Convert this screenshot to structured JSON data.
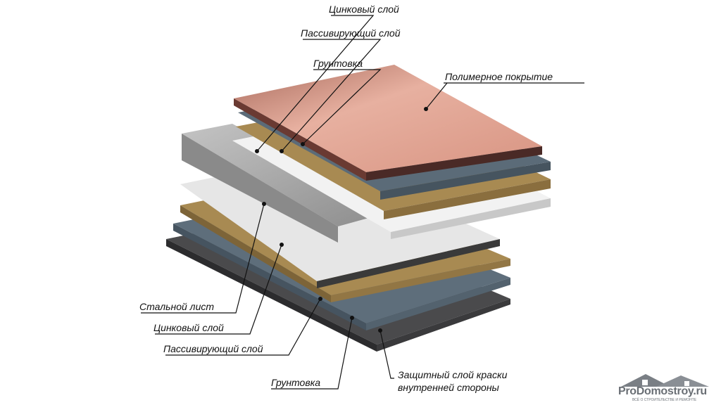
{
  "labels": {
    "zinc_top": "Цинковый слой",
    "passivating_top": "Пассивирующий слой",
    "primer_top": "Грунтовка",
    "polymer": "Полимерное покрытие",
    "steel": "Стальной лист",
    "zinc_bottom": "Цинковый слой",
    "passivating_bottom": "Пассивирующий слой",
    "primer_bottom": "Грунтовка",
    "protective_line1": "Защитный слой краски",
    "protective_line2": "внутренней стороны"
  },
  "logo": {
    "name": "ProDomostroy.ru",
    "tagline": "ВСЁ О СТРОИТЕЛЬСТВЕ И РЕМОНТЕ"
  },
  "colors": {
    "copper": "#d89a88",
    "slate": "#5b6b78",
    "tan": "#a88a52",
    "white": "#ececec",
    "steel": "#9a9a9a",
    "dark": "#3a3a3c"
  }
}
